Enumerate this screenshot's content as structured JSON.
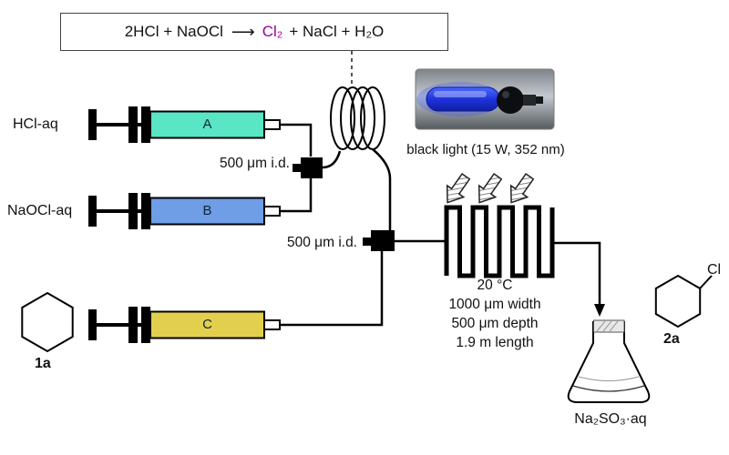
{
  "equation": {
    "lhs": "2HCl + NaOCl",
    "arrow": "⟶",
    "cl2": "Cl₂",
    "rhs": "+ NaCl + H₂O",
    "highlight_color": "#990099"
  },
  "feeds": {
    "syringe_a": {
      "label": "A",
      "reagent": "HCl-aq",
      "color": "#58e6c4"
    },
    "syringe_b": {
      "label": "B",
      "reagent": "NaOCl-aq",
      "color": "#6f9de6"
    },
    "syringe_c": {
      "label": "C",
      "color": "#e3cf4e"
    },
    "substrate_label": "1a"
  },
  "mixers": {
    "mixer1_label": "500 μm i.d.",
    "mixer2_label": "500 μm i.d."
  },
  "lamp": {
    "caption": "black light (15 W, 352 nm)"
  },
  "reactor": {
    "temperature": "20 °C",
    "width": "1000 μm width",
    "depth": "500 μm depth",
    "length": "1.9 m length"
  },
  "quench": {
    "label": "Na₂SO₃·aq"
  },
  "product": {
    "label": "2a",
    "substituent": "Cl"
  }
}
